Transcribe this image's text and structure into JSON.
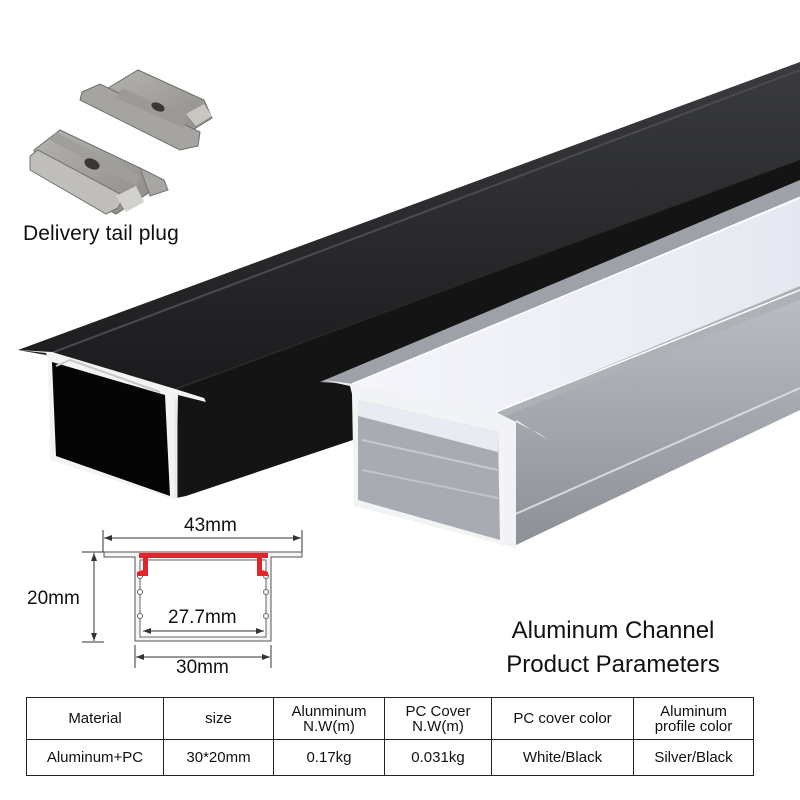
{
  "accessory": {
    "caption": "Delivery tail plug",
    "icon": "end-cap-plug"
  },
  "products": [
    {
      "name": "black-aluminum-channel",
      "profile_color": "#0d0d0d",
      "cover_color": "#0d0d0d"
    },
    {
      "name": "silver-aluminum-channel",
      "profile_color": "#a9acb2",
      "cover_color": "#eef0f6"
    }
  ],
  "diagram": {
    "width_total": "43mm",
    "height": "20mm",
    "inner_width": "27.7mm",
    "bottom_width": "30mm",
    "cover_highlight_color": "#e0252b"
  },
  "title": {
    "line1": "Aluminum Channel",
    "line2": "Product Parameters"
  },
  "table": {
    "headers": [
      {
        "line1": "Material",
        "line2": ""
      },
      {
        "line1": "size",
        "line2": ""
      },
      {
        "line1": "Alunminum",
        "line2": "N.W(m)"
      },
      {
        "line1": "PC Cover",
        "line2": "N.W(m)"
      },
      {
        "line1": "PC cover color",
        "line2": ""
      },
      {
        "line1": "Aluminum",
        "line2": "profile color"
      }
    ],
    "rows": [
      [
        "Aluminum+PC",
        "30*20mm",
        "0.17kg",
        "0.031kg",
        "White/Black",
        "Silver/Black"
      ]
    ]
  }
}
